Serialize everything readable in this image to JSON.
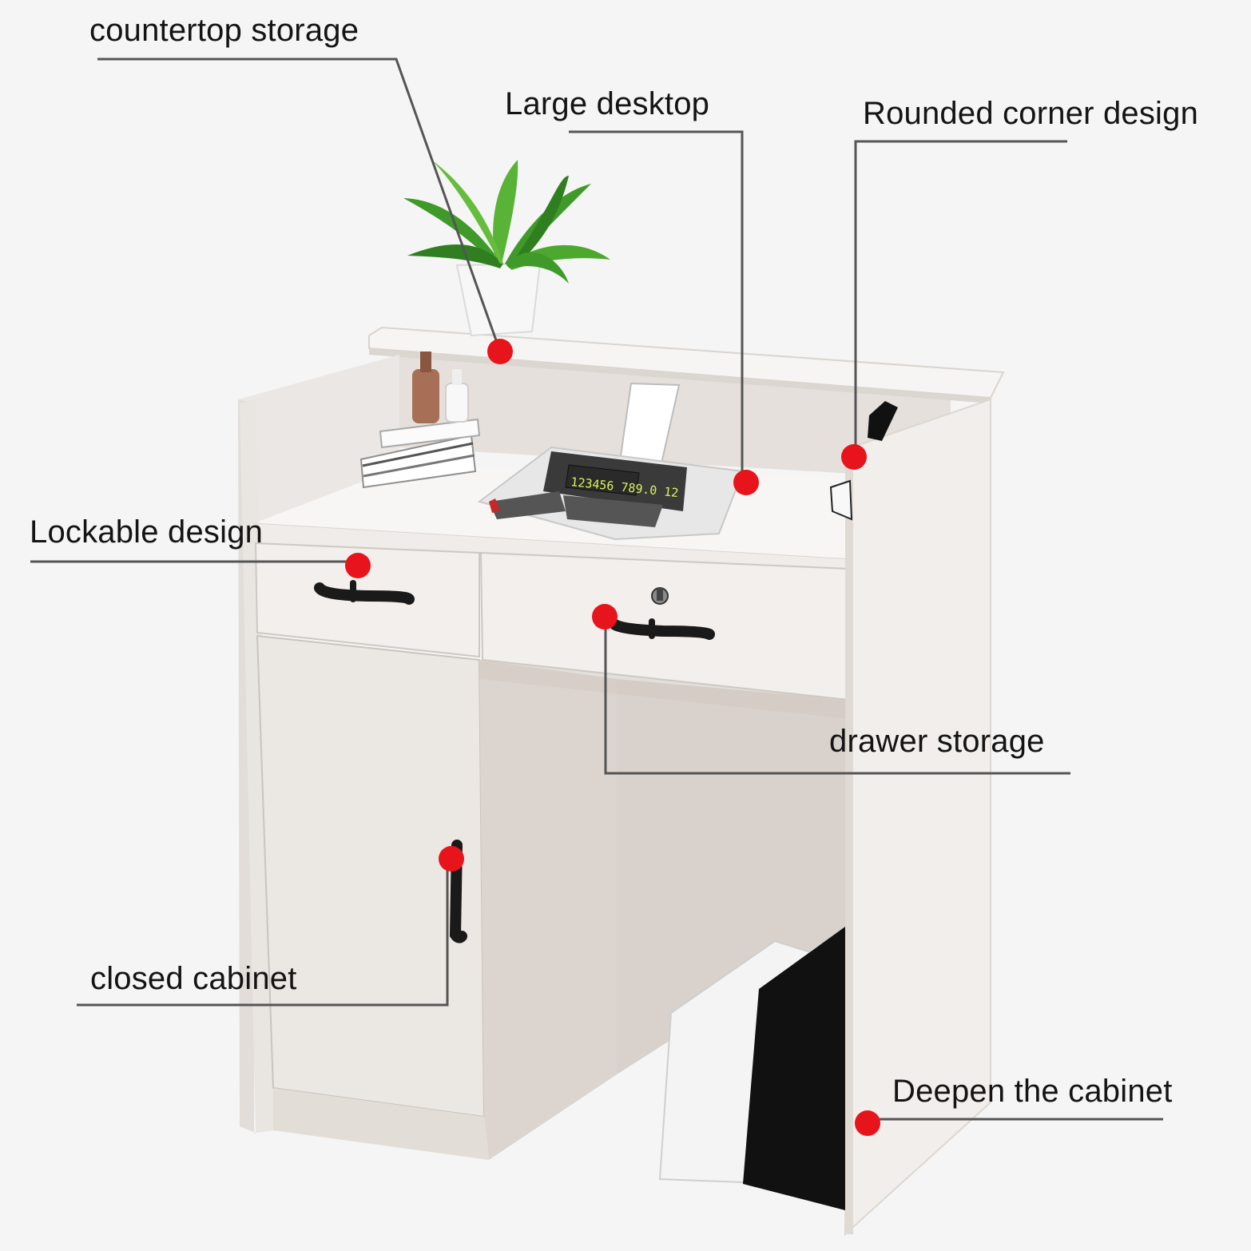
{
  "callouts": {
    "countertop_storage": "countertop storage",
    "large_desktop": "Large desktop",
    "rounded_corner_design": "Rounded corner design",
    "lockable_design": "Lockable design",
    "drawer_storage": "drawer storage",
    "closed_cabinet": "closed cabinet",
    "deepen_the_cabinet": "Deepen the cabinet"
  },
  "calculator_display": "123456 789.0 12",
  "colors": {
    "background": "#f5f5f5",
    "desk_white": "#f4f2f0",
    "marker_red": "#e8141b",
    "leader_line": "#555555",
    "handle_black": "#1a1a1a",
    "plant_green": "#3f9a2a"
  },
  "icons": {
    "marker": "red-dot-marker",
    "plant": "potted-plant-icon",
    "calculator": "printing-calculator-icon"
  }
}
